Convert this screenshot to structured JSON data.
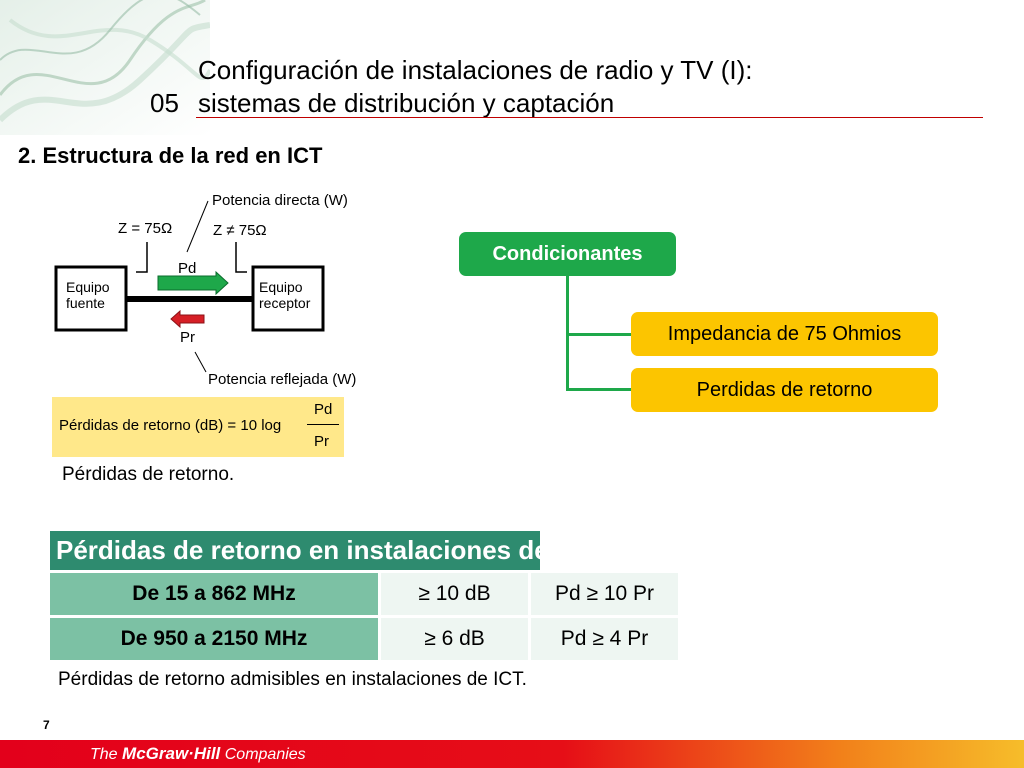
{
  "header": {
    "slide_number": "05",
    "title_line1": "Configuración de instalaciones de radio y TV (I):",
    "title_line2": "sistemas de distribución y captación"
  },
  "section_title": "2. Estructura de la red en ICT",
  "diagram": {
    "label_potencia_directa": "Potencia directa (W)",
    "label_z_source": "Z = 75Ω",
    "label_z_receiver": "Z ≠ 75Ω",
    "label_pd": "Pd",
    "label_pr": "Pr",
    "source_line1": "Equipo",
    "source_line2": "fuente",
    "receiver_line1": "Equipo",
    "receiver_line2": "receptor",
    "label_potencia_reflejada": "Potencia reflejada (W)"
  },
  "formula": {
    "lhs": "Pérdidas de retorno (dB) = 10 log",
    "numerator": "Pd",
    "denominator": "Pr"
  },
  "caption_diagram": "Pérdidas de retorno.",
  "table": {
    "title": "Pérdidas de retorno en instalaciones de ICT",
    "rows": [
      {
        "range": "De 15 a 862 MHz",
        "db": "≥ 10 dB",
        "ratio": "Pd ≥ 10 Pr"
      },
      {
        "range": "De 950 a 2150 MHz",
        "db": "≥ 6 dB",
        "ratio": "Pd ≥ 4 Pr"
      }
    ]
  },
  "caption_table": "Pérdidas de retorno admisibles en instalaciones de ICT.",
  "conditions": {
    "heading": "Condicionantes",
    "items": [
      "Impedancia de 75 Ohmios",
      "Perdidas de retorno"
    ]
  },
  "footer": {
    "page_number": "7",
    "logo_prefix": "The",
    "logo_brand": "McGraw·Hill",
    "logo_suffix": "Companies"
  },
  "colors": {
    "accent_green": "#1ea84a",
    "accent_yellow": "#fcc500",
    "table_header": "#2e8b6f",
    "title_rule": "#c00000"
  }
}
